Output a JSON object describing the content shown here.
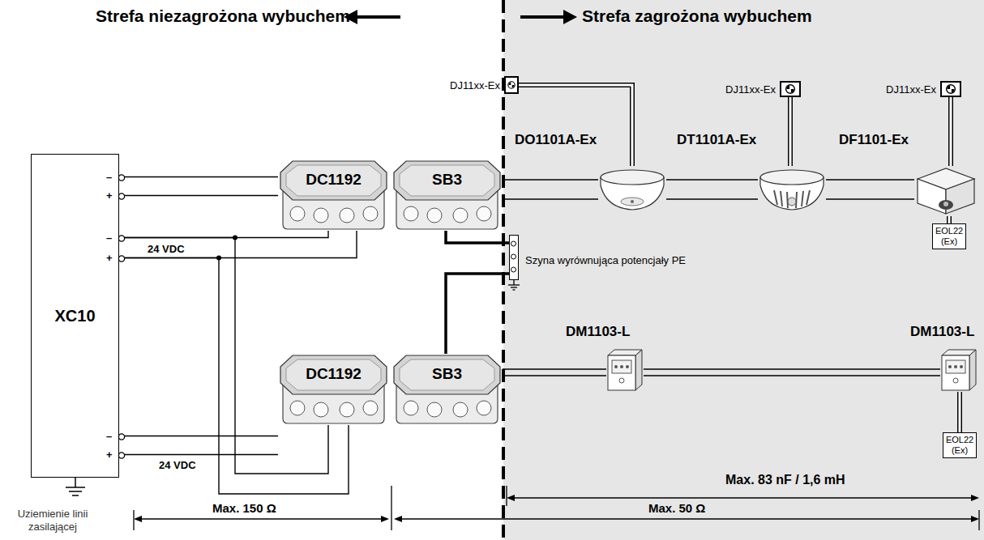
{
  "diagram": {
    "nodes": [
      {
        "text": [
          "XC10"
        ]
      },
      {
        "text": [
          "DC1192"
        ]
      },
      {
        "text": [
          "SB3"
        ]
      },
      {
        "text": [
          "DJ11xx-Ex"
        ]
      },
      {
        "text": [
          "DO1101A-Ex"
        ]
      },
      {
        "text": [
          "DJ11xx-Ex"
        ]
      },
      {
        "text": [
          "DT1101A-Ex"
        ]
      },
      {
        "text": [
          "DJ11xx-Ex"
        ]
      },
      {
        "text": [
          "DF1101-Ex"
        ]
      },
      {
        "text": [
          "EOL22 (Ex)"
        ]
      },
      {
        "text": [
          "Szyna wyrównująca potencjały PE"
        ]
      },
      {
        "text": [
          "DC1192"
        ]
      },
      {
        "text": [
          "SB3"
        ]
      },
      {
        "text": [
          "DM1103-L"
        ]
      },
      {
        "text": [
          "DM1103-L"
        ]
      },
      {
        "text": [
          "EOL22 (Ex)"
        ]
      }
    ],
    "edges": [
      {
        "from": 0,
        "to": 1,
        "arrow": "none"
      },
      {
        "from": 0,
        "to": 1,
        "arrow": "none"
      },
      {
        "from": 0,
        "to": 11,
        "arrow": "none"
      },
      {
        "from": 0,
        "to": 11,
        "arrow": "none"
      },
      {
        "from": 2,
        "to": 4,
        "arrow": "none"
      },
      {
        "from": 4,
        "to": 6,
        "arrow": "none"
      },
      {
        "from": 6,
        "to": 8,
        "arrow": "none"
      },
      {
        "from": 3,
        "to": 4,
        "arrow": "none"
      },
      {
        "from": 5,
        "to": 6,
        "arrow": "none"
      },
      {
        "from": 7,
        "to": 8,
        "arrow": "none"
      },
      {
        "from": 8,
        "to": 9,
        "arrow": "none"
      },
      {
        "from": 2,
        "to": 10,
        "arrow": "none"
      },
      {
        "from": 12,
        "to": 10,
        "arrow": "none"
      },
      {
        "from": 12,
        "to": 13,
        "arrow": "none"
      },
      {
        "from": 13,
        "to": 14,
        "arrow": "none"
      },
      {
        "from": 14,
        "to": 15,
        "arrow": "none"
      }
    ],
    "labels": [
      "Strefa niezagrożona wybuchem",
      "Strefa zagrożona wybuchem",
      "–",
      "+",
      "–",
      "+",
      "–",
      "+",
      "24 VDC",
      "24 VDC",
      "Max. 83 nF / 1,6 mH",
      "Max. 150 Ω",
      "Max. 50 Ω",
      "Uziemienie linii zasilającej"
    ]
  }
}
